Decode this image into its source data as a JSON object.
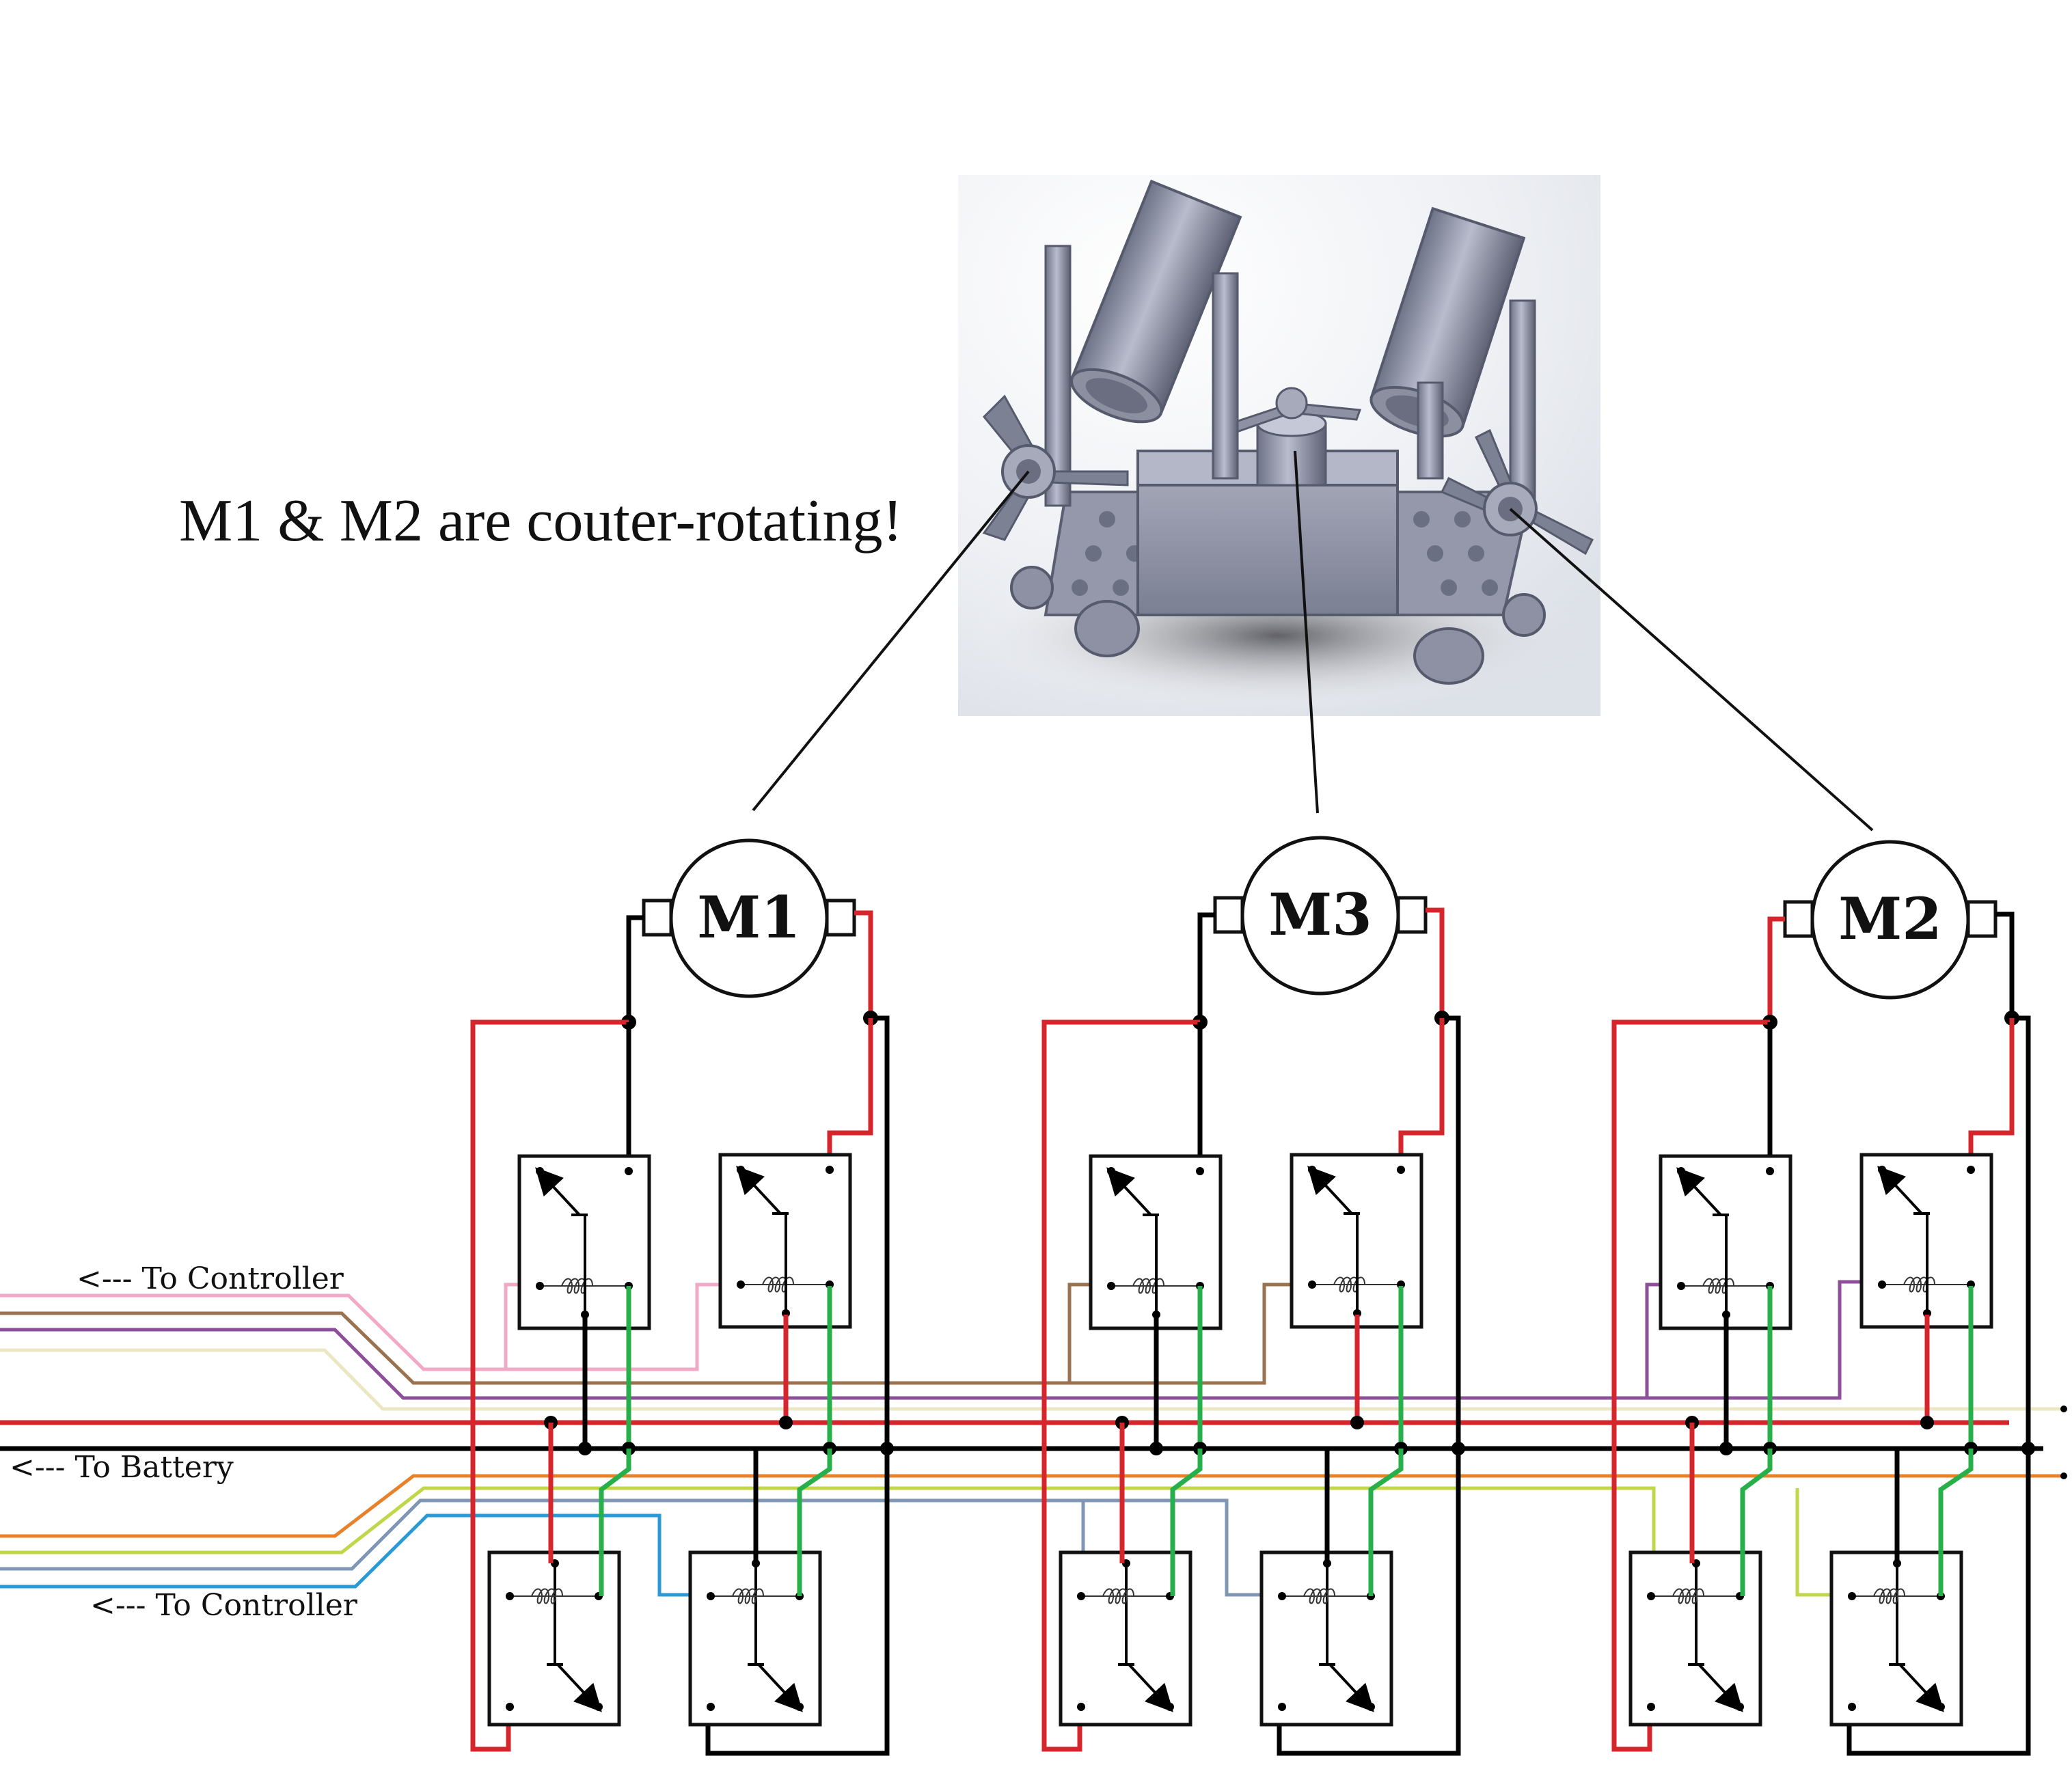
{
  "caption": "M1 & M2 are couter-rotating!",
  "labels": {
    "controller_top": "<--- To Controller",
    "battery": "<--- To Battery",
    "controller_bottom": "<--- To Controller"
  },
  "motors": [
    {
      "id": "m1",
      "label": "M1"
    },
    {
      "id": "m3",
      "label": "M3"
    },
    {
      "id": "m2",
      "label": "M2"
    }
  ],
  "colors": {
    "red": "#d6262b",
    "black": "#000000",
    "green": "#27b04a",
    "pink": "#f2a9c6",
    "brown": "#9a7250",
    "purple": "#8e4f9a",
    "cream": "#ebe7c3",
    "orange": "#e8822a",
    "lime": "#c2d64a",
    "grayblue": "#7f96b5",
    "blue": "#2a9ad6"
  },
  "render_image": {
    "name": "robot-render-image"
  }
}
